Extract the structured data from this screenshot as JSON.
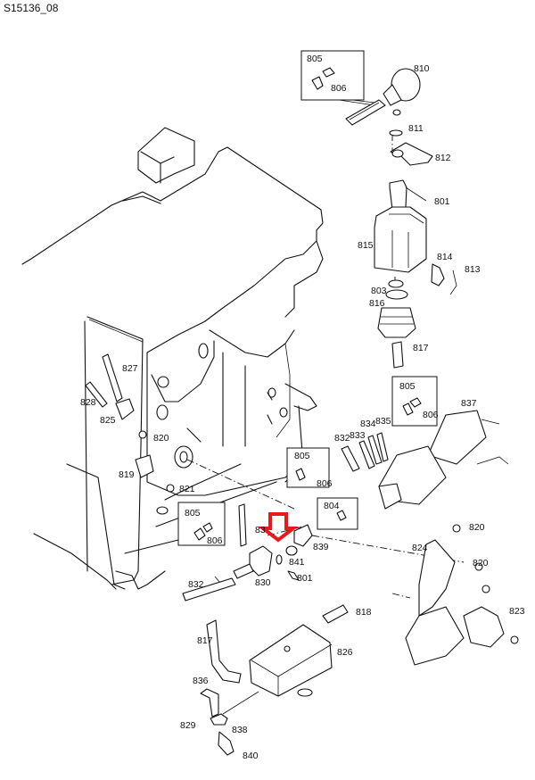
{
  "diagram": {
    "id": "S15136_08",
    "highlight_color": "#e8191b",
    "labels": {
      "p805a": "805",
      "p806a": "806",
      "p810": "810",
      "p811": "811",
      "p812": "812",
      "p801a": "801",
      "p815": "815",
      "p814": "814",
      "p813": "813",
      "p803": "803",
      "p816": "816",
      "p817a": "817",
      "p827": "827",
      "p828": "828",
      "p825": "825",
      "p820a": "820",
      "p819": "819",
      "p821": "821",
      "p805b": "805",
      "p806b": "806",
      "p832a": "832",
      "p833": "833",
      "p834": "834",
      "p835": "835",
      "p804": "804",
      "p805c": "805",
      "p806c": "806",
      "p837": "837",
      "p820b": "820",
      "p805d": "805",
      "p806d": "806",
      "p83x": "83",
      "p839": "839",
      "p841": "841",
      "p801b": "801",
      "p830": "830",
      "p832b": "832",
      "p824": "824",
      "p820c": "820",
      "p823": "823",
      "p818": "818",
      "p817b": "817",
      "p826": "826",
      "p836": "836",
      "p829": "829",
      "p838": "838",
      "p840": "840"
    }
  }
}
